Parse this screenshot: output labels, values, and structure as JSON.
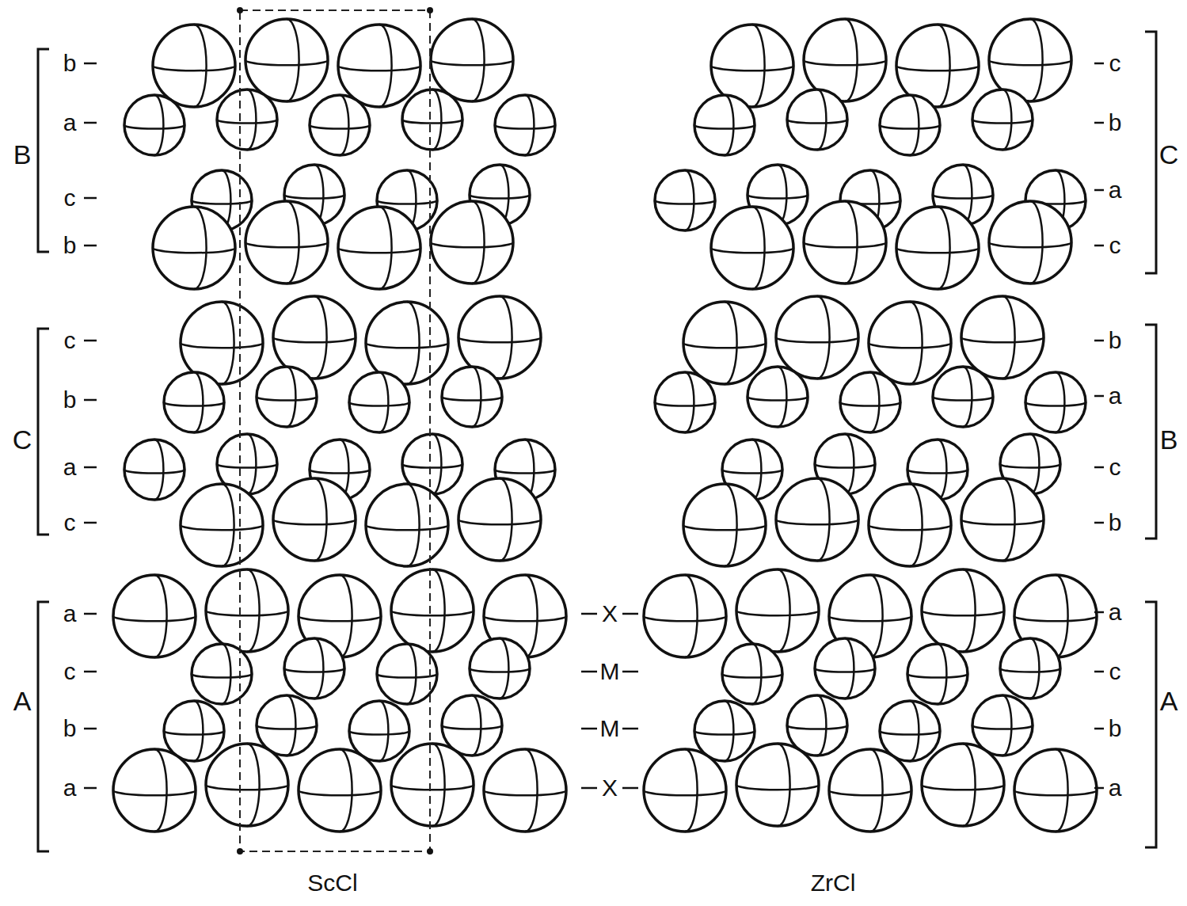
{
  "diagram": {
    "labels": [
      "b",
      "c",
      "a",
      "b",
      "B",
      "C",
      "c",
      "a",
      "b",
      "c",
      "c",
      "b",
      "b",
      "a",
      "C",
      "B",
      "a",
      "c",
      "c",
      "b",
      "a",
      "X",
      "a",
      "c",
      "M",
      "c",
      "b",
      "M",
      "b",
      "A",
      "A",
      "a",
      "X",
      "a",
      "ScCl",
      "ZrCl"
    ]
  }
}
